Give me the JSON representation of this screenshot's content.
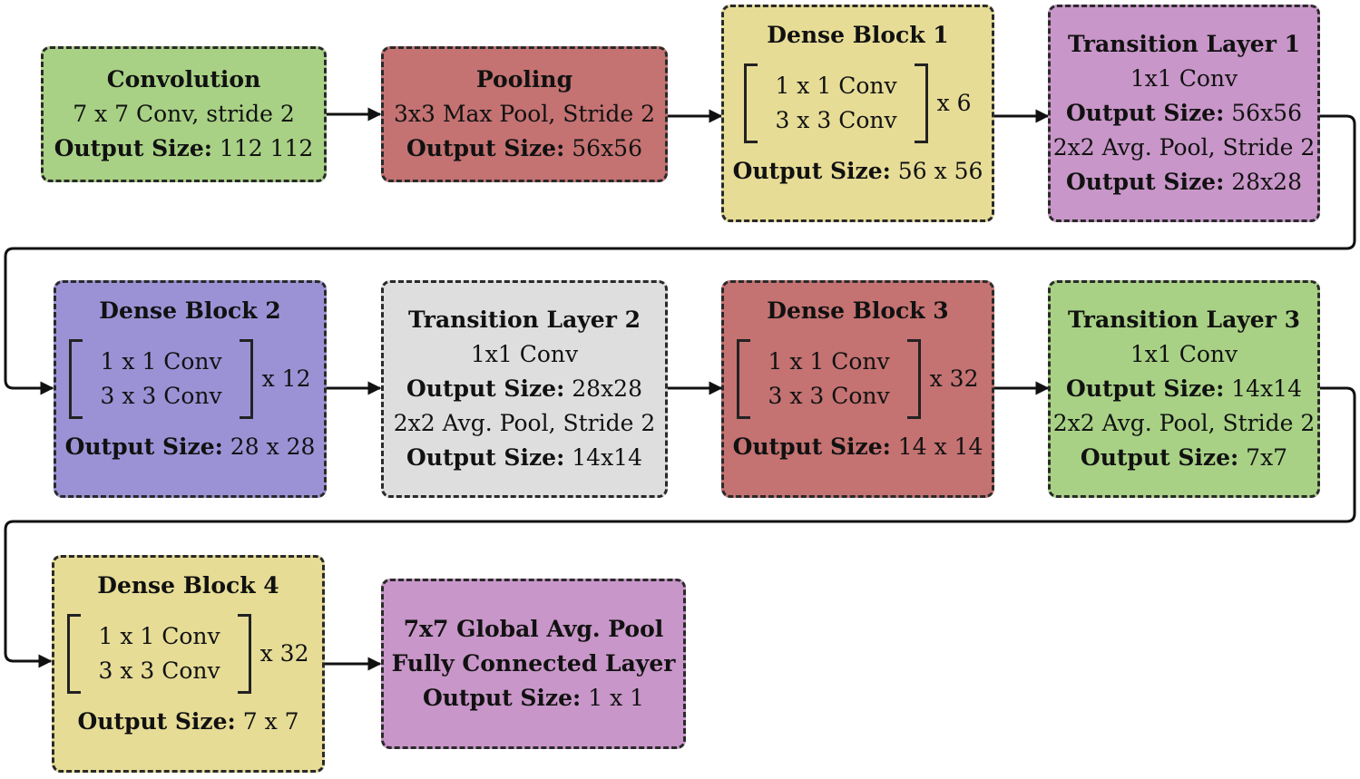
{
  "blocks": {
    "convolution": {
      "title": "Convolution",
      "line1": "7 x 7 Conv, stride 2",
      "out_label": "Output Size:",
      "out_value": " 112  112",
      "color": "#a8d185"
    },
    "pooling": {
      "title": "Pooling",
      "line1": "3x3 Max Pool, Stride 2",
      "out_label": "Output Size:",
      "out_value": " 56x56",
      "color": "#c47272"
    },
    "dense1": {
      "title": "Dense Block 1",
      "conv1": "1 x 1 Conv",
      "conv2": "3 x 3 Conv",
      "repeat": "x 6",
      "out_label": "Output Size:",
      "out_value": " 56 x 56",
      "color": "#e6dc96"
    },
    "trans1": {
      "title": "Transition Layer 1",
      "line1": "1x1 Conv",
      "out1_label": "Output Size:",
      "out1_value": " 56x56",
      "line2": "2x2 Avg. Pool, Stride 2",
      "out2_label": "Output Size:",
      "out2_value": " 28x28",
      "color": "#c896c8"
    },
    "dense2": {
      "title": "Dense Block 2",
      "conv1": "1 x 1 Conv",
      "conv2": "3 x 3 Conv",
      "repeat": "x 12",
      "out_label": "Output Size:",
      "out_value": " 28 x 28",
      "color": "#9b92d6"
    },
    "trans2": {
      "title": "Transition Layer 2",
      "line1": "1x1 Conv",
      "out1_label": "Output Size:",
      "out1_value": " 28x28",
      "line2": "2x2 Avg. Pool, Stride 2",
      "out2_label": "Output Size:",
      "out2_value": " 14x14",
      "color": "#dedede"
    },
    "dense3": {
      "title": "Dense Block 3",
      "conv1": "1 x 1 Conv",
      "conv2": "3 x 3 Conv",
      "repeat": "x 32",
      "out_label": "Output Size:",
      "out_value": " 14 x 14",
      "color": "#c47272"
    },
    "trans3": {
      "title": "Transition Layer 3",
      "line1": "1x1 Conv",
      "out1_label": "Output Size:",
      "out1_value": " 14x14",
      "line2": "2x2 Avg. Pool, Stride 2",
      "out2_label": "Output Size:",
      "out2_value": " 7x7",
      "color": "#a8d185"
    },
    "dense4": {
      "title": "Dense Block 4",
      "conv1": "1 x 1 Conv",
      "conv2": "3 x 3 Conv",
      "repeat": "x 32",
      "out_label": "Output Size:",
      "out_value": " 7 x 7",
      "color": "#e6dc96"
    },
    "final": {
      "line1": "7x7 Global Avg. Pool",
      "line2": "Fully Connected Layer",
      "out_label": "Output Size:",
      "out_value": " 1 x 1",
      "color": "#c896c8"
    }
  },
  "line_color": "#111111"
}
